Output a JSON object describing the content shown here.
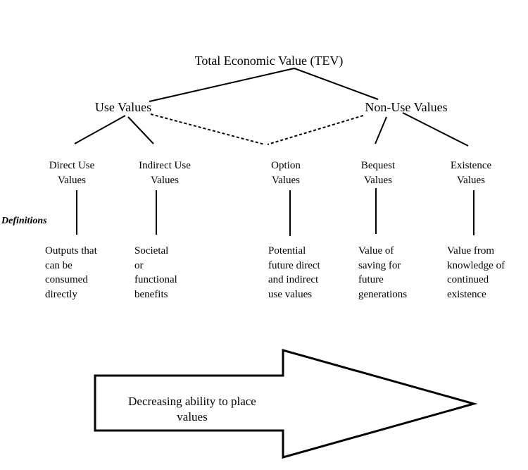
{
  "title": "Total Economic Value (TEV)",
  "use_values": "Use Values",
  "non_use_values": "Non-Use Values",
  "categories": [
    {
      "label": "Direct Use\nValues",
      "definition": "Outputs that\ncan be\nconsumed\ndirectly"
    },
    {
      "label": "Indirect Use\nValues",
      "definition": "Societal\nor\nfunctional\nbenefits"
    },
    {
      "label": "Option\nValues",
      "definition": "Potential\nfuture direct\nand indirect\nuse values"
    },
    {
      "label": "Bequest\nValues",
      "definition": "Value of\nsaving for\nfuture\ngenerations"
    },
    {
      "label": "Existence\nValues",
      "definition": "Value from\nknowledge of\ncontinued\nexistence"
    }
  ],
  "definitions_label": "Definitions",
  "arrow_text": "Decreasing ability to place\nvalues"
}
